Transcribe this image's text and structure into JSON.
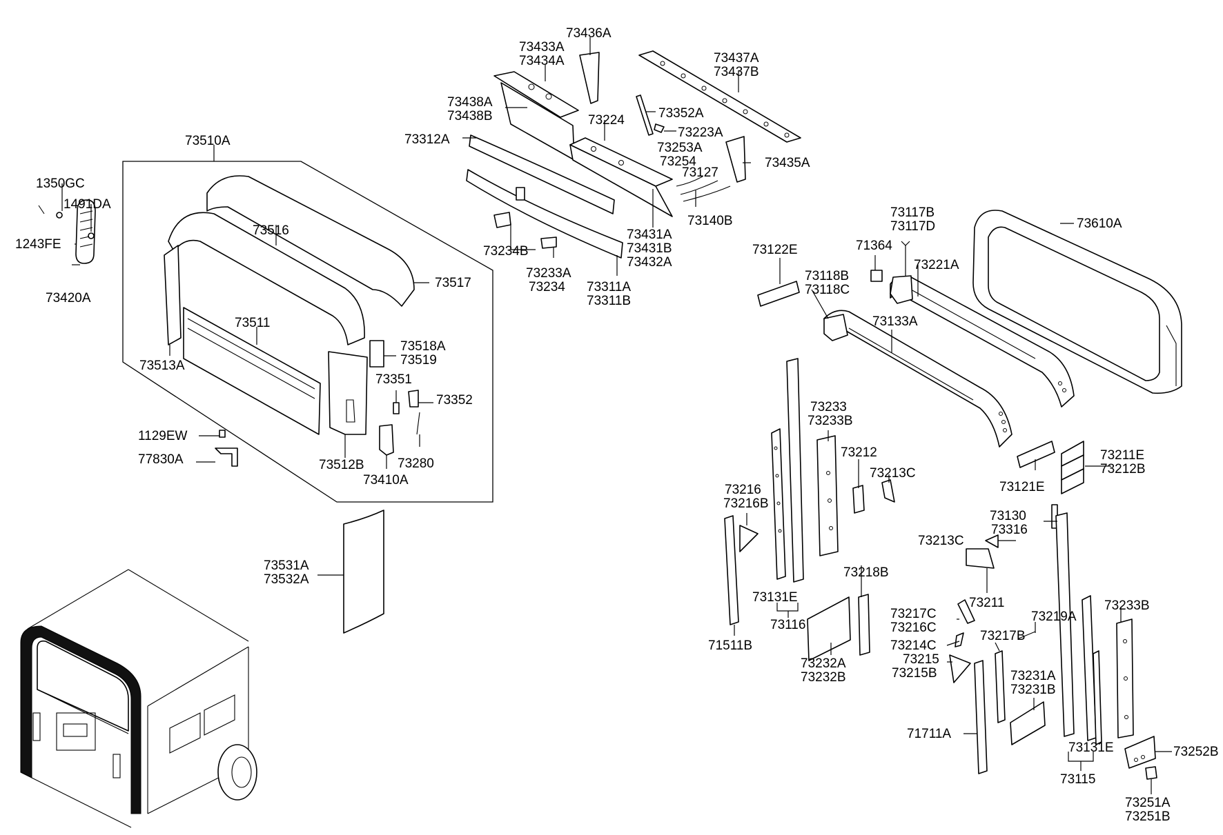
{
  "labels": {
    "p73436A": "73436A",
    "p73433A": "73433A",
    "p73434A": "73434A",
    "p73437A": "73437A",
    "p73437B": "73437B",
    "p73438A": "73438A",
    "p73438B": "73438B",
    "p73352A": "73352A",
    "p73224": "73224",
    "p73223A": "73223A",
    "p73312A": "73312A",
    "p73253A": "73253A",
    "p73254": "73254",
    "p73127": "73127",
    "p73435A": "73435A",
    "p73510A": "73510A",
    "p1350GC": "1350GC",
    "p1491DA": "1491DA",
    "p1243FE": "1243FE",
    "p73420A": "73420A",
    "p73431A": "73431A",
    "p73431B": "73431B",
    "p73432A": "73432A",
    "p73140B": "73140B",
    "p73234B": "73234B",
    "p73233A_top": "73233A",
    "p73234": "73234",
    "p73311A": "73311A",
    "p73311B": "73311B",
    "p73516": "73516",
    "p73517": "73517",
    "p73511": "73511",
    "p73513A": "73513A",
    "p73518A": "73518A",
    "p73519": "73519",
    "p73351": "73351",
    "p73352": "73352",
    "p1129EW": "1129EW",
    "p77830A": "77830A",
    "p73512B": "73512B",
    "p73280": "73280",
    "p73410A": "73410A",
    "p73531A": "73531A",
    "p73532A": "73532A",
    "p73117B": "73117B",
    "p73117D": "73117D",
    "p73610A": "73610A",
    "p71364": "71364",
    "p73221A": "73221A",
    "p73122E": "73122E",
    "p73118B": "73118B",
    "p73118C": "73118C",
    "p73133A": "73133A",
    "p73233": "73233",
    "p73233B_mid": "73233B",
    "p73212": "73212",
    "p73213C_top": "73213C",
    "p73121E": "73121E",
    "p73211E": "73211E",
    "p73212B": "73212B",
    "p73216": "73216",
    "p73216B": "73216B",
    "p73130": "73130",
    "p73316": "73316",
    "p73213C_mid": "73213C",
    "p73211": "73211",
    "p73218B": "73218B",
    "p73131E_left": "73131E",
    "p73116": "73116",
    "p71511B": "71511B",
    "p73217C": "73217C",
    "p73216C": "73216C",
    "p73219A": "73219A",
    "p73217B": "73217B",
    "p73214C": "73214C",
    "p73215": "73215",
    "p73215B": "73215B",
    "p73232A": "73232A",
    "p73232B": "73232B",
    "p73231A": "73231A",
    "p73231B": "73231B",
    "p73233B_right": "73233B",
    "p71711A": "71711A",
    "p73131E_right": "73131E",
    "p73115": "73115",
    "p73252B": "73252B",
    "p73251A": "73251A",
    "p73251B": "73251B"
  }
}
